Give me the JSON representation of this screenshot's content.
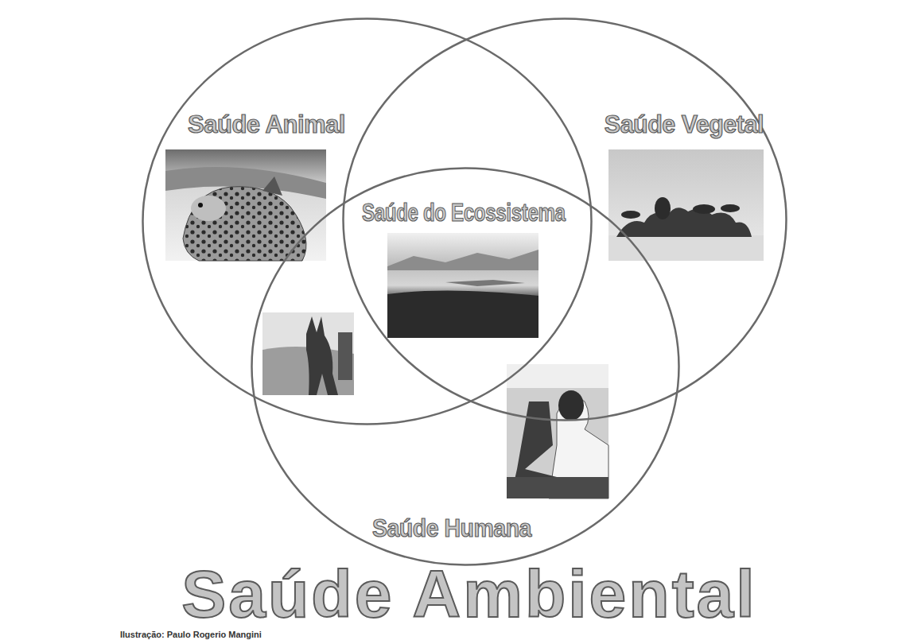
{
  "diagram": {
    "title": "Saúde Ambiental",
    "caption": "Ilustração: Paulo Rogerio Mangini",
    "nodes": [
      {
        "text": [
          "Saúde Animal"
        ]
      },
      {
        "text": [
          "Saúde Vegetal"
        ]
      },
      {
        "text": [
          "Saúde Humana"
        ]
      }
    ],
    "labels": [
      "Saúde do Ecossistema"
    ]
  }
}
